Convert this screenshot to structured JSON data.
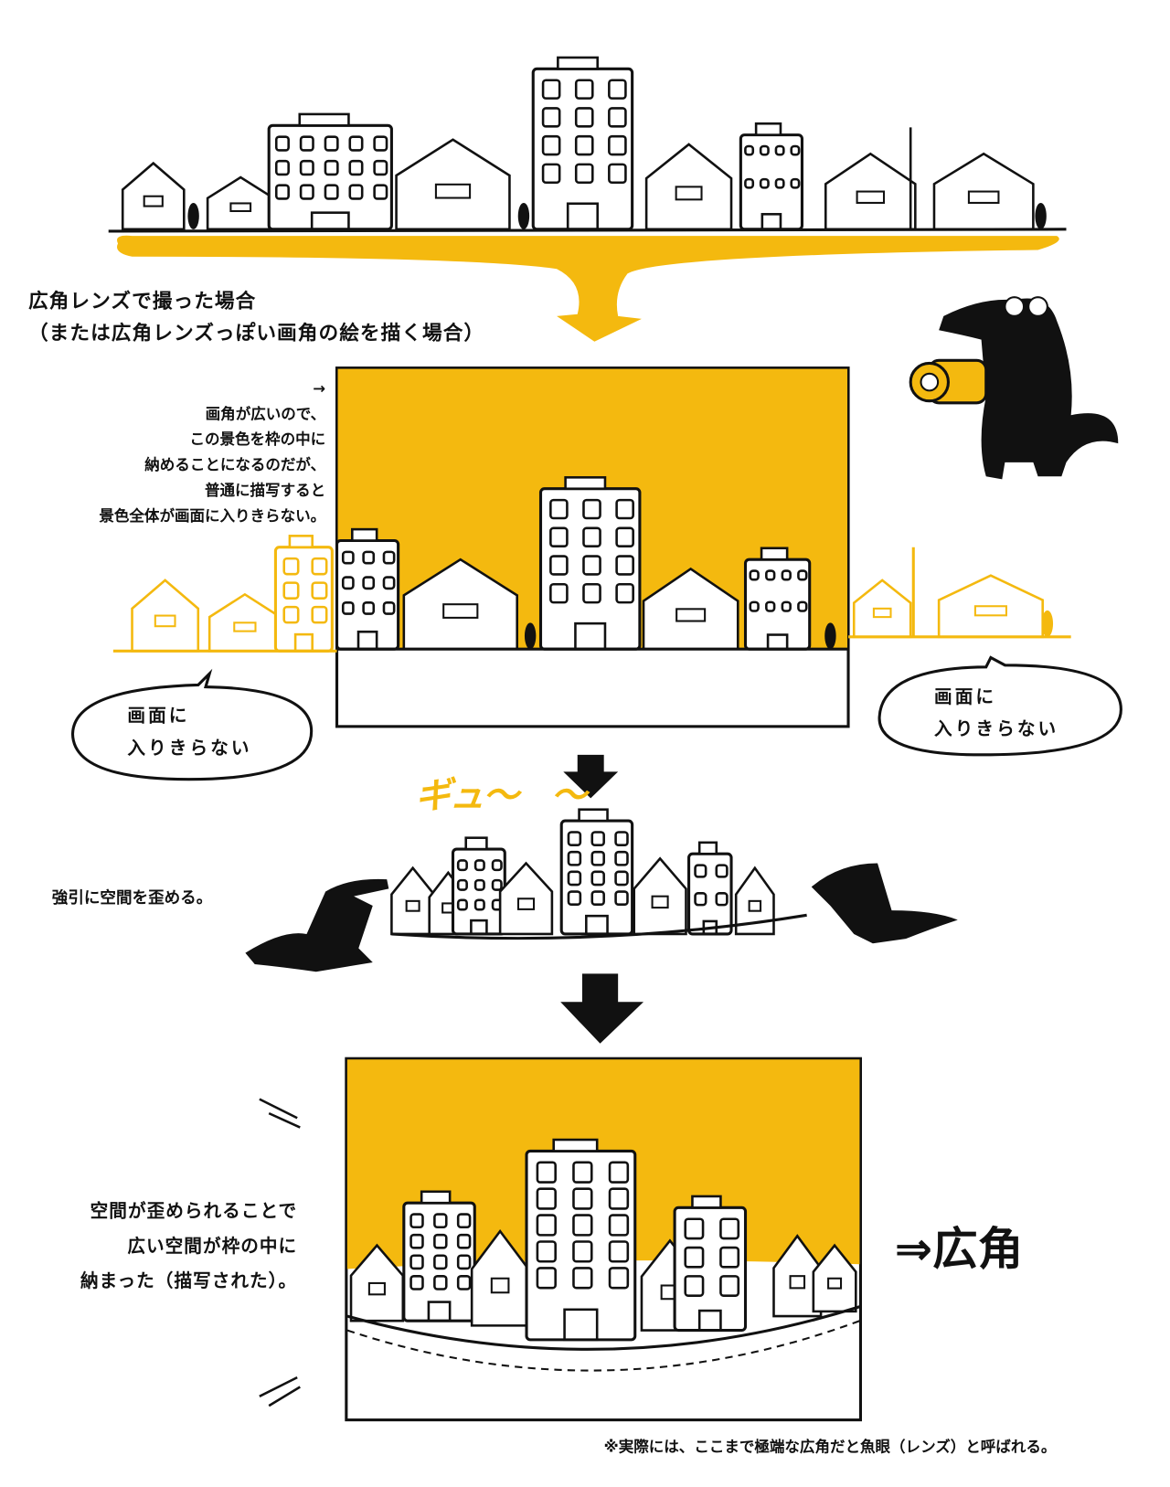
{
  "colors": {
    "accent": "#F4B90F",
    "ink": "#111111"
  },
  "title": {
    "line1": "広角レンズで撮った場合",
    "line2": "（または広角レンズっぽい画角の絵を描く場合）"
  },
  "description": {
    "arrow": "→",
    "lines": [
      "画角が広いので、",
      "この景色を枠の中に",
      "納めることになるのだが、",
      "普通に描写すると",
      "景色全体が画面に入りきらない。"
    ]
  },
  "bubble_left": {
    "line1": "画面に",
    "line2": "入りきらない"
  },
  "bubble_right": {
    "line1": "画面に",
    "line2": "入りきらない"
  },
  "squeeze_sound": "ギュ〜　〜",
  "force_caption": "強引に空間を歪める。",
  "result": {
    "lines": [
      "空間が歪められることで",
      "広い空間が枠の中に",
      "納まった（描写された）。"
    ]
  },
  "conclusion": "⇒広角",
  "footnote": "※実際には、ここまで極端な広角だと魚眼（レンズ）と呼ばれる。"
}
